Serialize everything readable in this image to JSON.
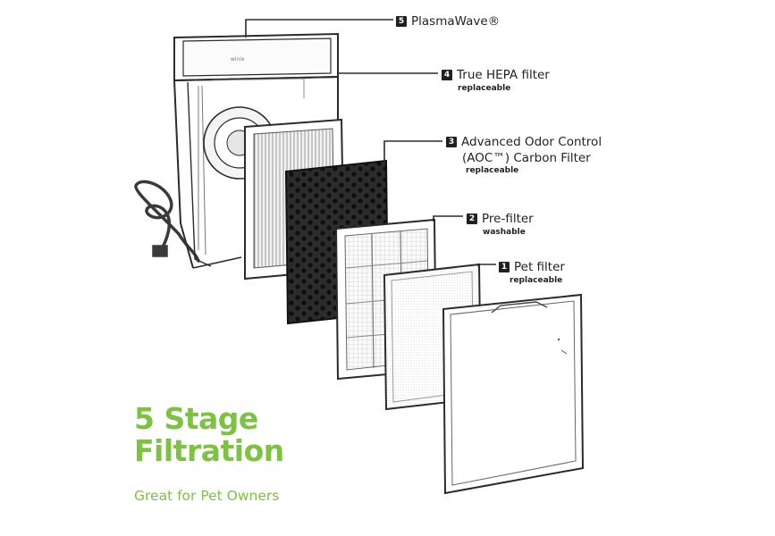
{
  "title": {
    "line1": "5 Stage",
    "line2": "Filtration",
    "tagline": "Great for Pet Owners"
  },
  "stages": [
    {
      "number": "5",
      "name": "PlasmaWave®",
      "note": ""
    },
    {
      "number": "4",
      "name": "True HEPA filter",
      "note": "replaceable"
    },
    {
      "number": "3",
      "name": "Advanced Odor Control",
      "name2": "(AOC™) Carbon Filter",
      "note": "replaceable"
    },
    {
      "number": "2",
      "name": "Pre-filter",
      "note": "washable"
    },
    {
      "number": "1",
      "name": "Pet filter",
      "note": "replaceable"
    }
  ],
  "colors": {
    "accent": "#7dc242",
    "ink": "#231f20"
  }
}
